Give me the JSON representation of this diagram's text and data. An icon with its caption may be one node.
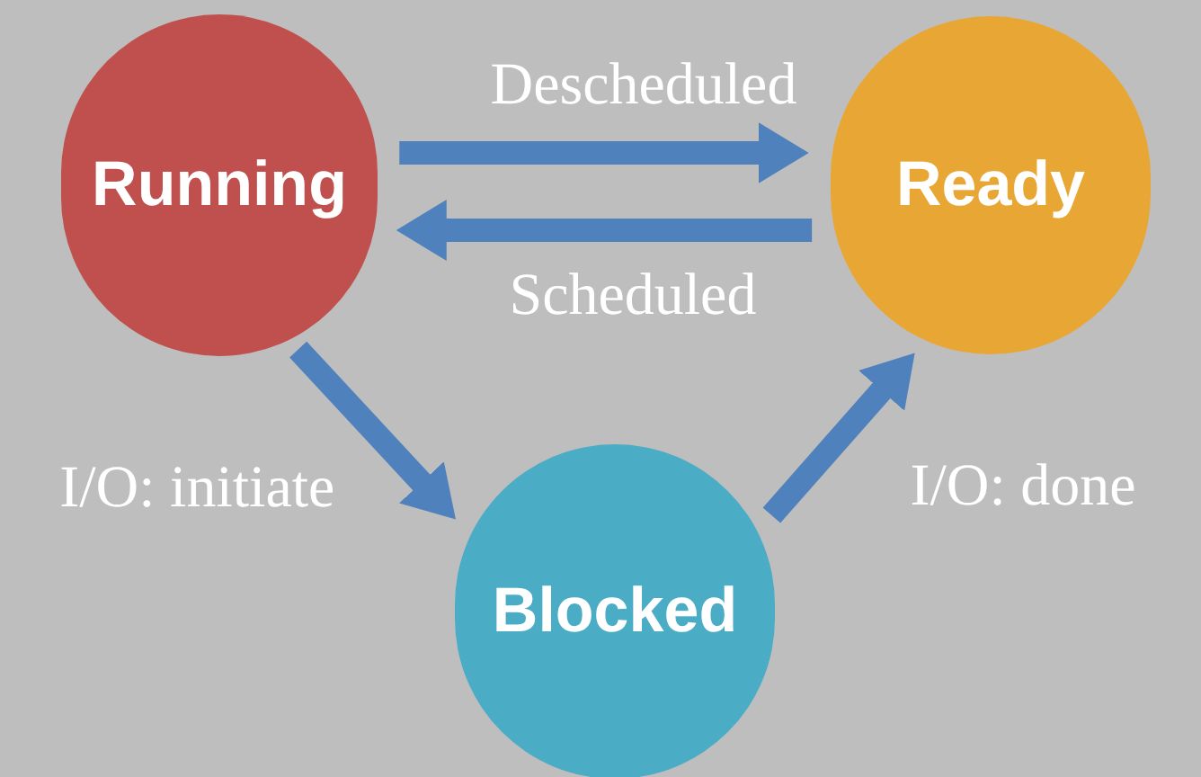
{
  "diagram": {
    "nodes": [
      {
        "text": [
          "Running"
        ]
      },
      {
        "text": [
          "Ready"
        ]
      },
      {
        "text": [
          "Blocked"
        ]
      }
    ],
    "edges": [
      {
        "from": 0,
        "to": 1,
        "arrow": "to",
        "label": "Descheduled"
      },
      {
        "from": 1,
        "to": 0,
        "arrow": "to",
        "label": "Scheduled"
      },
      {
        "from": 0,
        "to": 2,
        "arrow": "to",
        "label": "I/O: initiate"
      },
      {
        "from": 2,
        "to": 1,
        "arrow": "to",
        "label": "I/O: done"
      }
    ]
  }
}
